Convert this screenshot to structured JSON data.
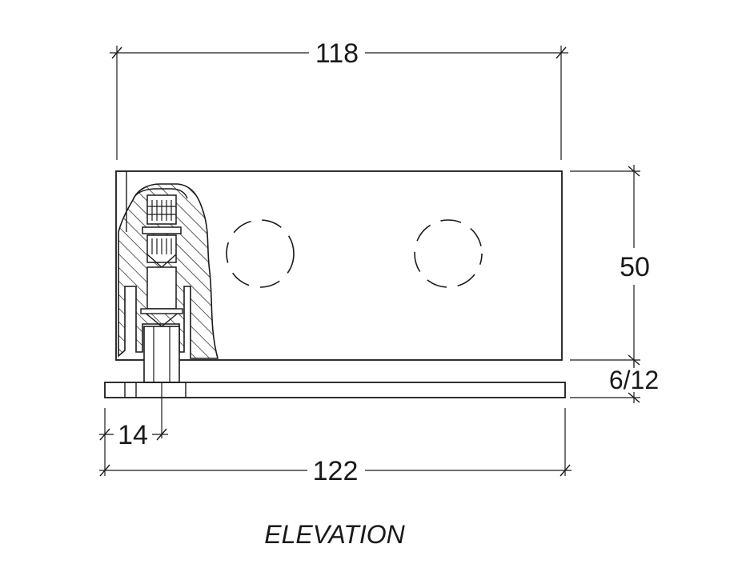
{
  "drawing": {
    "caption": "ELEVATION",
    "dimensions": {
      "top_width": "118",
      "height": "50",
      "base_thickness": "6/12",
      "offset": "14",
      "base_width": "122"
    }
  }
}
